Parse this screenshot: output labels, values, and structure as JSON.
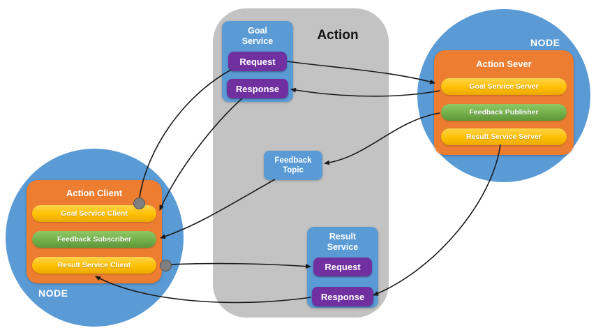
{
  "action": {
    "label": "Action"
  },
  "goal_service": {
    "title": [
      "Goal",
      "Service"
    ],
    "request_label": "Request",
    "response_label": "Response"
  },
  "feedback_topic": {
    "title": [
      "Feedback",
      "Topic"
    ]
  },
  "result_service": {
    "title": [
      "Result",
      "Service"
    ],
    "request_label": "Request",
    "response_label": "Response"
  },
  "client_node": {
    "node_label": "NODE",
    "title": "Action Client",
    "items": [
      {
        "label": "Goal Service Client",
        "color": "gold"
      },
      {
        "label": "Feedback Subscriber",
        "color": "green"
      },
      {
        "label": "Result Service Client",
        "color": "gold"
      }
    ]
  },
  "server_node": {
    "node_label": "NODE",
    "title": "Action Sever",
    "items": [
      {
        "label": "Goal Service Server",
        "color": "gold"
      },
      {
        "label": "Feedback Publisher",
        "color": "green"
      },
      {
        "label": "Result Service Server",
        "color": "gold"
      }
    ]
  },
  "colors": {
    "node_blue": "#5b9bd5",
    "group_orange": "#ed7d31",
    "button_purple": "#7030a0",
    "pill_gold": "#ffc000",
    "pill_green": "#70ad47",
    "container_gray": "#c3c3c3",
    "dot_gray": "#7f7f7f",
    "arrow_black": "#1a1a1a"
  }
}
